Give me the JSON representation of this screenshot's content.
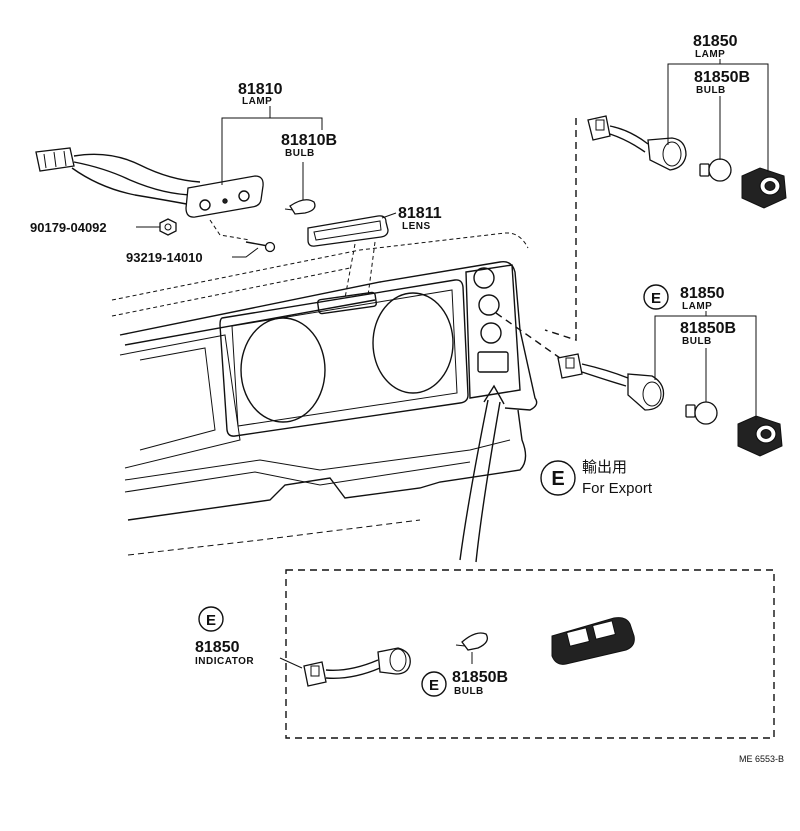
{
  "parts": {
    "lamp_81810": {
      "number": "81810",
      "name": "LAMP"
    },
    "bulb_81810B": {
      "number": "81810B",
      "name": "BULB"
    },
    "lens_81811": {
      "number": "81811",
      "name": "LENS"
    },
    "nut": {
      "number": "90179-04092"
    },
    "screw": {
      "number": "93219-14010"
    },
    "lamp_81850_top": {
      "number": "81850",
      "name": "LAMP"
    },
    "bulb_81850B_top": {
      "number": "81850B",
      "name": "BULB"
    },
    "lamp_81850_mid": {
      "number": "81850",
      "name": "LAMP",
      "marker": "E"
    },
    "bulb_81850B_mid": {
      "number": "81850B",
      "name": "BULB"
    },
    "indicator_81850": {
      "number": "81850",
      "name": "INDICATOR",
      "marker": "E"
    },
    "bulb_81850B_box": {
      "number": "81850B",
      "name": "BULB",
      "marker": "E"
    }
  },
  "legend": {
    "marker": "E",
    "text_jp": "輸出用",
    "text_en": "For  Export"
  },
  "ref_code": "ME 6553-B",
  "colors": {
    "ink": "#111111",
    "background": "#ffffff"
  }
}
